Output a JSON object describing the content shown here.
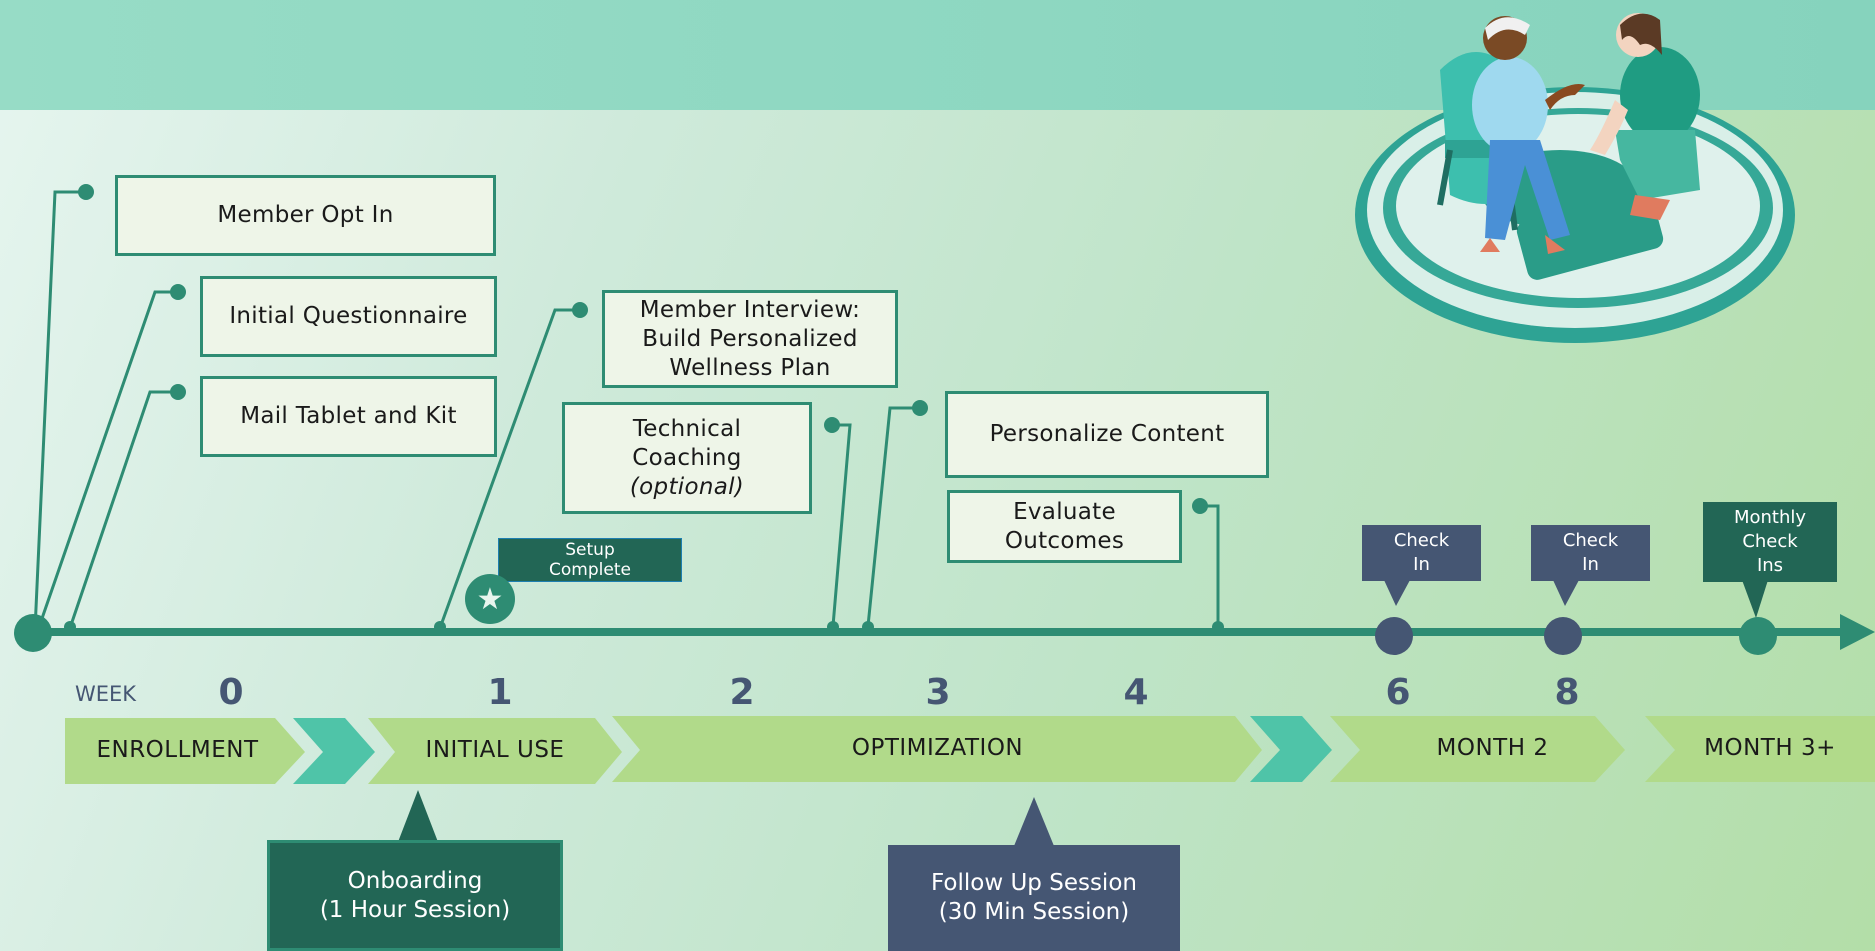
{
  "diagram": {
    "top_left_boxes": [
      {
        "name": "member-opt-in-box",
        "lines": [
          "Member Opt In"
        ]
      },
      {
        "name": "initial-questionnaire-box",
        "lines": [
          "Initial Questionnaire"
        ]
      },
      {
        "name": "mail-tablet-kit-box",
        "lines": [
          "Mail Tablet and Kit"
        ]
      }
    ],
    "member_interview": [
      "Member Interview:",
      "Build Personalized",
      "Wellness Plan"
    ],
    "technical_coaching": [
      "Technical",
      "Coaching",
      "(optional)"
    ],
    "personalize_content": "Personalize Content",
    "evaluate_outcomes": [
      "Evaluate",
      "Outcomes"
    ],
    "setup_complete": [
      "Setup",
      "Complete"
    ],
    "star_glyph": "★",
    "check_in_1": [
      "Check",
      "In"
    ],
    "check_in_2": [
      "Check",
      "In"
    ],
    "monthly_check_ins": [
      "Monthly",
      "Check",
      "Ins"
    ],
    "week_label": "WEEK",
    "week_numbers": [
      "0",
      "1",
      "2",
      "3",
      "4",
      "6",
      "8"
    ],
    "phases": [
      "ENROLLMENT",
      "INITIAL USE",
      "OPTIMIZATION",
      "MONTH 2",
      "MONTH 3+"
    ],
    "onboarding": [
      "Onboarding",
      "(1 Hour Session)"
    ],
    "follow_up": [
      "Follow Up Session",
      "(30 Min Session)"
    ]
  },
  "colors": {
    "teal_dark": "#2e8c73",
    "teal_deep": "#226655",
    "navy": "#455673",
    "phase_green": "#b1da8a",
    "chevron_teal": "#4fc4a8",
    "box_fill": "#eef5e8",
    "header_band": "#8fd8c2"
  }
}
